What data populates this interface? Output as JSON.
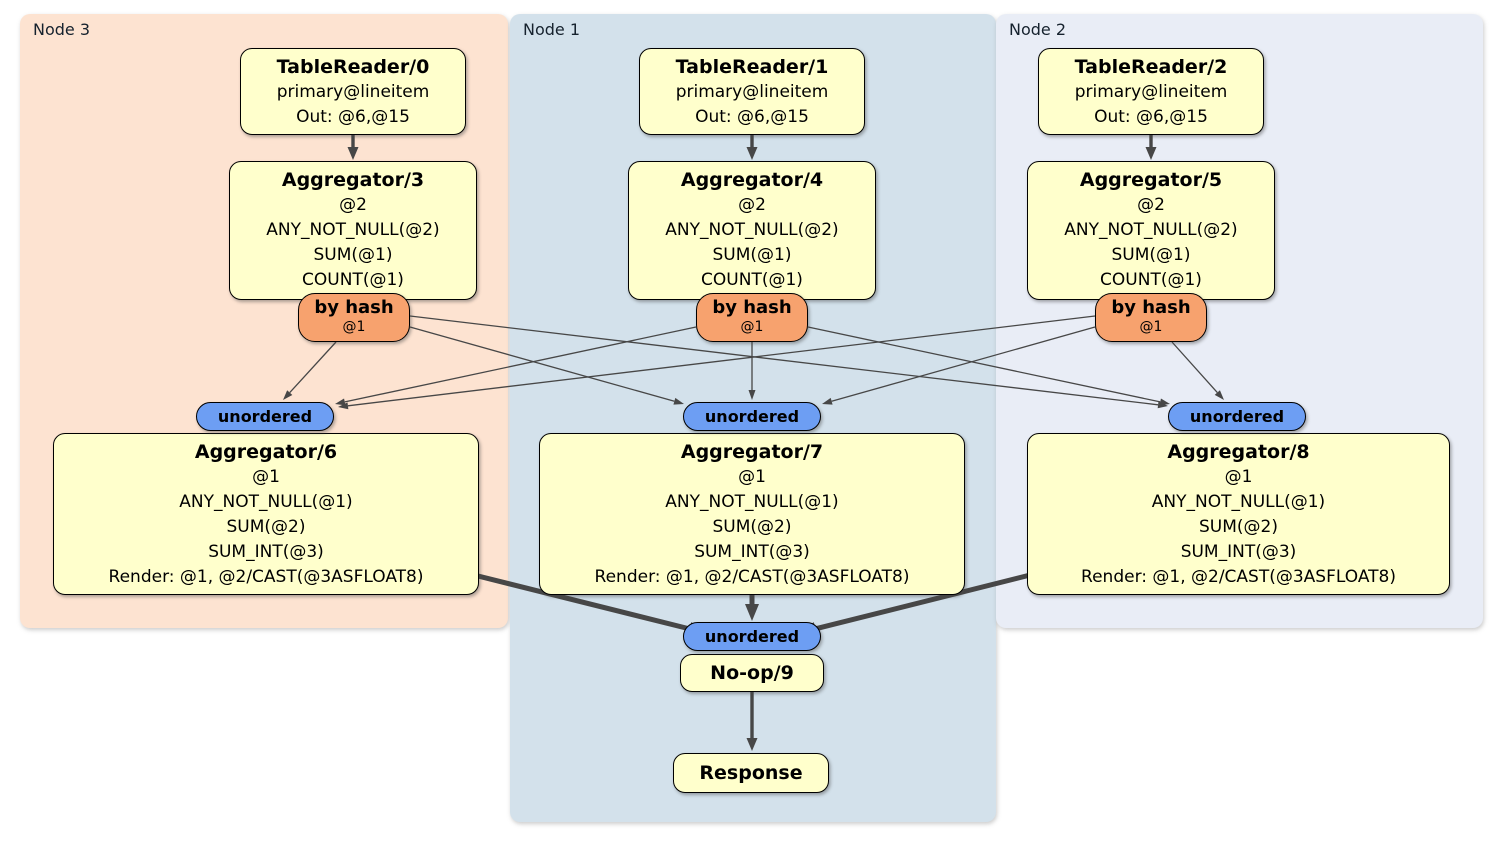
{
  "diagram": {
    "regions": {
      "node3": {
        "label": "Node 3"
      },
      "node1": {
        "label": "Node 1"
      },
      "node2": {
        "label": "Node 2"
      }
    },
    "processors": {
      "tablereader0": {
        "title": "TableReader/0",
        "lines": [
          "primary@lineitem",
          "Out: @6,@15"
        ]
      },
      "tablereader1": {
        "title": "TableReader/1",
        "lines": [
          "primary@lineitem",
          "Out: @6,@15"
        ]
      },
      "tablereader2": {
        "title": "TableReader/2",
        "lines": [
          "primary@lineitem",
          "Out: @6,@15"
        ]
      },
      "aggregator3": {
        "title": "Aggregator/3",
        "lines": [
          "@2",
          "ANY_NOT_NULL(@2)",
          "SUM(@1)",
          "COUNT(@1)"
        ]
      },
      "aggregator4": {
        "title": "Aggregator/4",
        "lines": [
          "@2",
          "ANY_NOT_NULL(@2)",
          "SUM(@1)",
          "COUNT(@1)"
        ]
      },
      "aggregator5": {
        "title": "Aggregator/5",
        "lines": [
          "@2",
          "ANY_NOT_NULL(@2)",
          "SUM(@1)",
          "COUNT(@1)"
        ]
      },
      "aggregator6": {
        "title": "Aggregator/6",
        "lines": [
          "@1",
          "ANY_NOT_NULL(@1)",
          "SUM(@2)",
          "SUM_INT(@3)",
          "Render: @1, @2/CAST(@3ASFLOAT8)"
        ]
      },
      "aggregator7": {
        "title": "Aggregator/7",
        "lines": [
          "@1",
          "ANY_NOT_NULL(@1)",
          "SUM(@2)",
          "SUM_INT(@3)",
          "Render: @1, @2/CAST(@3ASFLOAT8)"
        ]
      },
      "aggregator8": {
        "title": "Aggregator/8",
        "lines": [
          "@1",
          "ANY_NOT_NULL(@1)",
          "SUM(@2)",
          "SUM_INT(@3)",
          "Render: @1, @2/CAST(@3ASFLOAT8)"
        ]
      },
      "noop9": {
        "title": "No-op/9"
      },
      "response": {
        "title": "Response"
      }
    },
    "routers": {
      "byhash3": {
        "label": "by hash",
        "detail": "@1"
      },
      "byhash4": {
        "label": "by hash",
        "detail": "@1"
      },
      "byhash5": {
        "label": "by hash",
        "detail": "@1"
      }
    },
    "syncs": {
      "unordered6": {
        "label": "unordered"
      },
      "unordered7": {
        "label": "unordered"
      },
      "unordered8": {
        "label": "unordered"
      },
      "unordered9": {
        "label": "unordered"
      }
    },
    "edges": [
      {
        "from": "tablereader-0",
        "to": "aggregator-3",
        "style": "medium"
      },
      {
        "from": "tablereader-1",
        "to": "aggregator-4",
        "style": "medium"
      },
      {
        "from": "tablereader-2",
        "to": "aggregator-5",
        "style": "medium"
      },
      {
        "from": "byhash-3",
        "to": "unordered-6",
        "style": "thin"
      },
      {
        "from": "byhash-3",
        "to": "unordered-7",
        "style": "thin"
      },
      {
        "from": "byhash-3",
        "to": "unordered-8",
        "style": "thin"
      },
      {
        "from": "byhash-4",
        "to": "unordered-6",
        "style": "thin"
      },
      {
        "from": "byhash-4",
        "to": "unordered-7",
        "style": "thin"
      },
      {
        "from": "byhash-4",
        "to": "unordered-8",
        "style": "thin"
      },
      {
        "from": "byhash-5",
        "to": "unordered-6",
        "style": "thin"
      },
      {
        "from": "byhash-5",
        "to": "unordered-7",
        "style": "thin"
      },
      {
        "from": "byhash-5",
        "to": "unordered-8",
        "style": "thin"
      },
      {
        "from": "aggregator-6",
        "to": "unordered-9",
        "style": "thick"
      },
      {
        "from": "aggregator-7",
        "to": "unordered-9",
        "style": "thick"
      },
      {
        "from": "aggregator-8",
        "to": "unordered-9",
        "style": "thick"
      },
      {
        "from": "noop-9",
        "to": "response",
        "style": "medium"
      }
    ],
    "colors": {
      "region_node3_bg": "#fde3d1",
      "region_node1_bg": "#d3e1eb",
      "region_node2_bg": "#e9edf6",
      "processor_bg": "#ffffcc",
      "router_bg": "#f7a26e",
      "sync_bg": "#6d9ef3",
      "edge": "#474747",
      "border": "#000000"
    }
  }
}
